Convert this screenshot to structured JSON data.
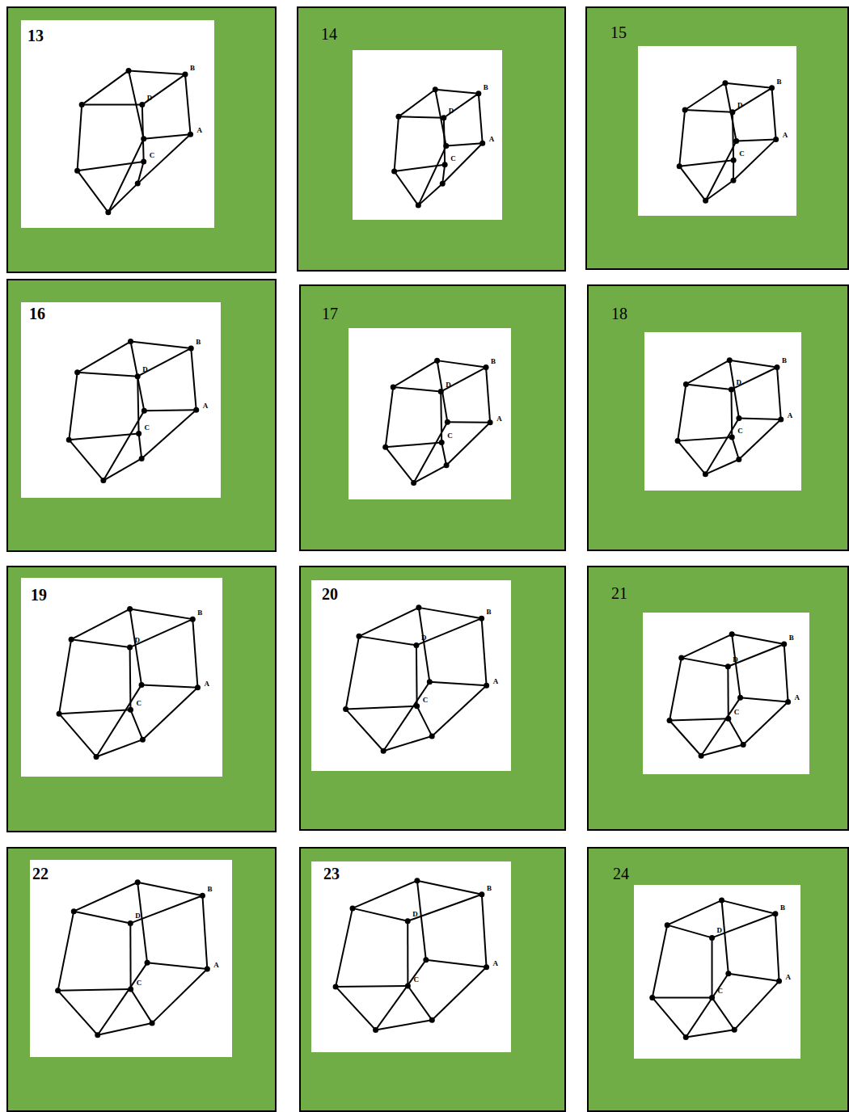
{
  "diagram": {
    "nodes": [
      {
        "text": [
          "13"
        ]
      },
      {
        "text": [
          "14"
        ]
      },
      {
        "text": [
          "15"
        ]
      },
      {
        "text": [
          "16"
        ]
      },
      {
        "text": [
          "17"
        ]
      },
      {
        "text": [
          "18"
        ]
      },
      {
        "text": [
          "19"
        ]
      },
      {
        "text": [
          "20"
        ]
      },
      {
        "text": [
          "21"
        ]
      },
      {
        "text": [
          "22"
        ]
      },
      {
        "text": [
          "23"
        ]
      },
      {
        "text": [
          "24"
        ]
      }
    ],
    "labels": [
      "B",
      "D",
      "A",
      "C",
      "B",
      "D",
      "A",
      "C",
      "B",
      "D",
      "A",
      "C",
      "B",
      "D",
      "A",
      "C",
      "B",
      "D",
      "A",
      "C",
      "B",
      "D",
      "A",
      "C",
      "B",
      "D",
      "A",
      "C",
      "B",
      "D",
      "A",
      "C",
      "B",
      "D",
      "A",
      "C",
      "B",
      "D",
      "A",
      "C",
      "B",
      "D",
      "A",
      "C",
      "B",
      "D",
      "A",
      "C"
    ]
  }
}
